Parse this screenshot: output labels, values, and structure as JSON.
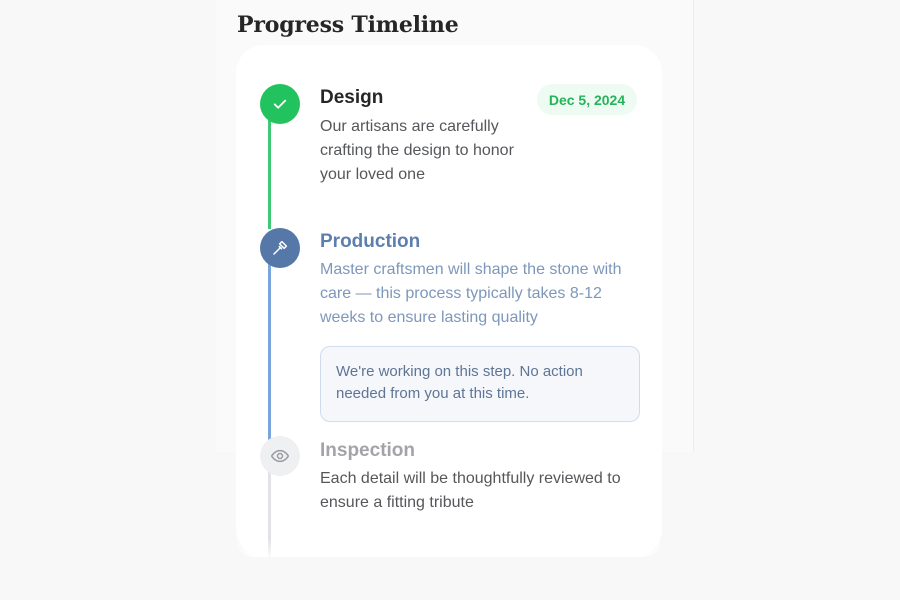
{
  "page": {
    "title": "Progress Timeline"
  },
  "steps": [
    {
      "status": "complete",
      "icon": "check-icon",
      "title": "Design",
      "date": "Dec 5, 2024",
      "description": "Our artisans are carefully crafting the design to honor your loved one"
    },
    {
      "status": "in-progress",
      "icon": "hammer-icon",
      "title": "Production",
      "description": "Master craftsmen will shape the stone with care — this process typically takes 8-12 weeks to ensure lasting quality",
      "note": "We're working on this step. No action needed from you at this time."
    },
    {
      "status": "pending",
      "icon": "eye-icon",
      "title": "Inspection",
      "description": "Each detail will be thoughtfully reviewed to ensure a fitting tribute"
    }
  ],
  "colors": {
    "complete": "#22c35e",
    "in_progress": "#5578a8",
    "pending": "#eff0f2",
    "background": "#f8f8f9"
  }
}
